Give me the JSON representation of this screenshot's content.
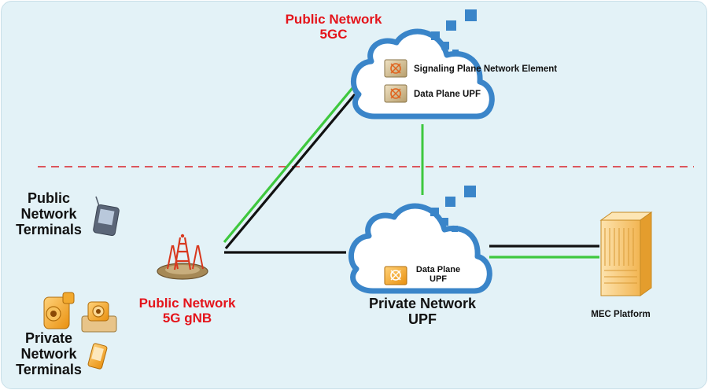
{
  "colors": {
    "background": "#e3f2f7",
    "cloud_stroke": "#3a85c9",
    "link_green": "#3ec83e",
    "link_black": "#111111",
    "divider": "#d9232a",
    "label_red": "#e4141b"
  },
  "public_5gc": {
    "title_line1": "Public Network",
    "title_line2": "5GC",
    "elements": [
      "Signaling Plane Network Element",
      "Data Plane UPF"
    ]
  },
  "private_upf": {
    "element_line1": "Data Plane",
    "element_line2": "UPF",
    "title_line1": "Private Network",
    "title_line2": "UPF"
  },
  "gnb": {
    "title_line1": "Public Network",
    "title_line2": "5G gNB",
    "icon": "cell-tower-icon"
  },
  "public_terminals": {
    "label_line1": "Public",
    "label_line2": "Network",
    "label_line3": "Terminals",
    "icon": "tablet-icon"
  },
  "private_terminals": {
    "label_line1": "Private",
    "label_line2": "Network",
    "label_line3": "Terminals",
    "icons": [
      "camera-icon",
      "webcam-icon",
      "phone-icon"
    ]
  },
  "mec": {
    "label": "MEC Platform",
    "icon": "server-rack-icon"
  }
}
